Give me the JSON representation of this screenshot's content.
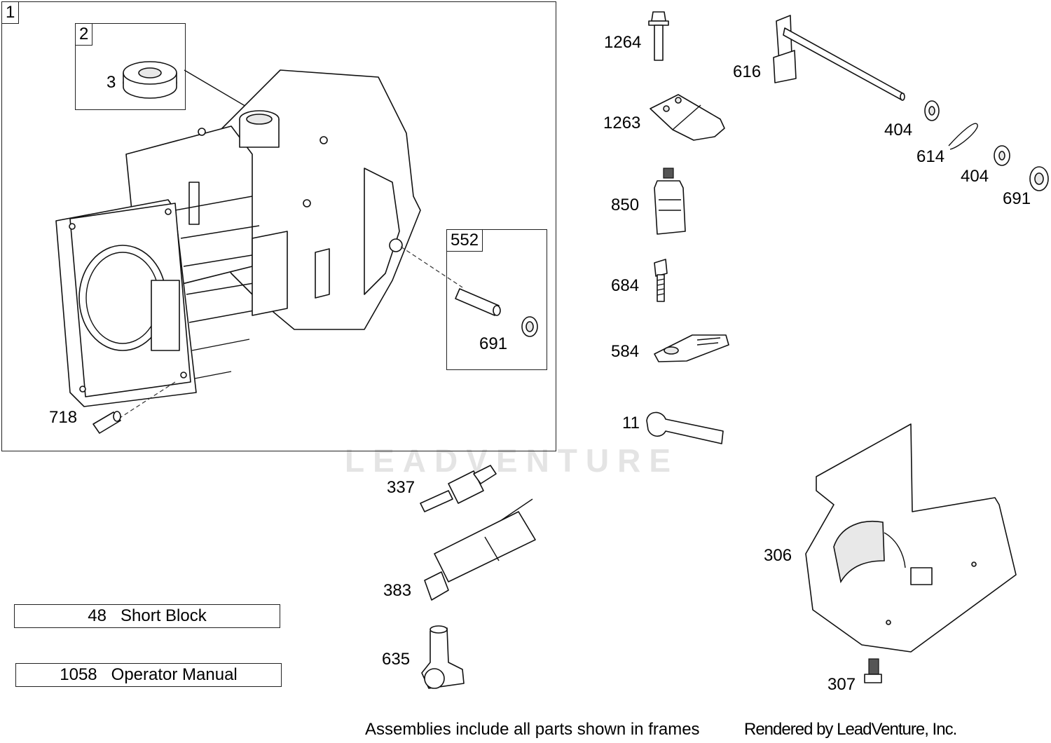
{
  "frames": [
    {
      "tag": "1"
    },
    {
      "tag": "2"
    },
    {
      "tag": "552"
    }
  ],
  "callouts": {
    "c3": "3",
    "c718": "718",
    "c691a": "691",
    "c1264": "1264",
    "c1263": "1263",
    "c850": "850",
    "c684": "684",
    "c584": "584",
    "c11": "11",
    "c616": "616",
    "c404a": "404",
    "c614": "614",
    "c404b": "404",
    "c691b": "691",
    "c337": "337",
    "c383": "383",
    "c635": "635",
    "c306": "306",
    "c307": "307"
  },
  "notes": [
    {
      "number": "48",
      "text": "Short Block"
    },
    {
      "number": "1058",
      "text": "Operator Manual"
    }
  ],
  "watermark": "LEADVENTURE",
  "footer": {
    "assemblies_note": "Assemblies include all parts shown in frames",
    "rendered_by": "Rendered by LeadVenture, Inc."
  }
}
